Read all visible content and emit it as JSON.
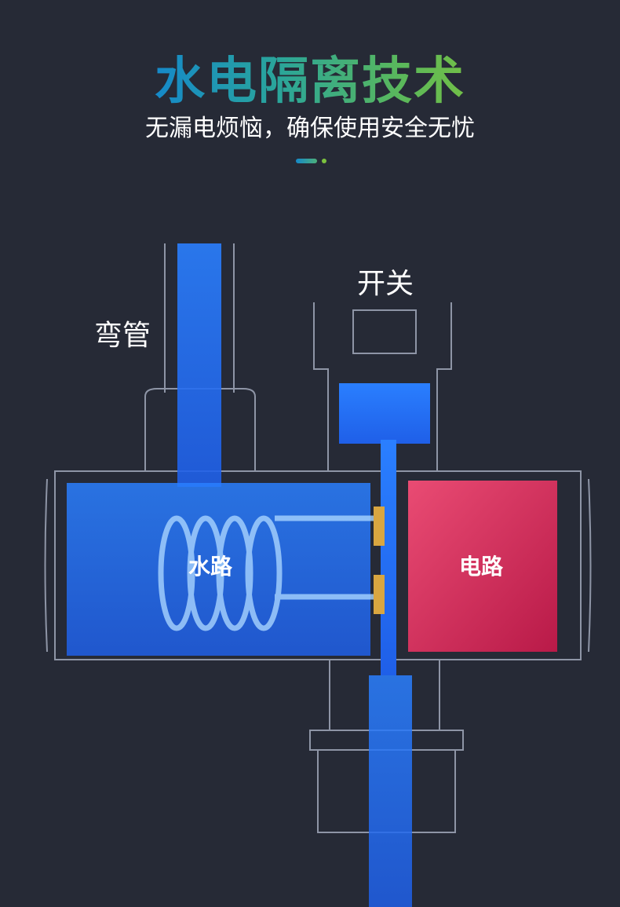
{
  "header": {
    "title": "水电隔离技术",
    "subtitle": "无漏电烦恼，确保使用安全无忧"
  },
  "labels": {
    "bend_pipe": "弯管",
    "switch": "开关",
    "water_path": "水路",
    "circuit": "电路"
  },
  "colors": {
    "water": "#2f7dff",
    "circuit": "#e0245e",
    "background": "#262a36"
  }
}
